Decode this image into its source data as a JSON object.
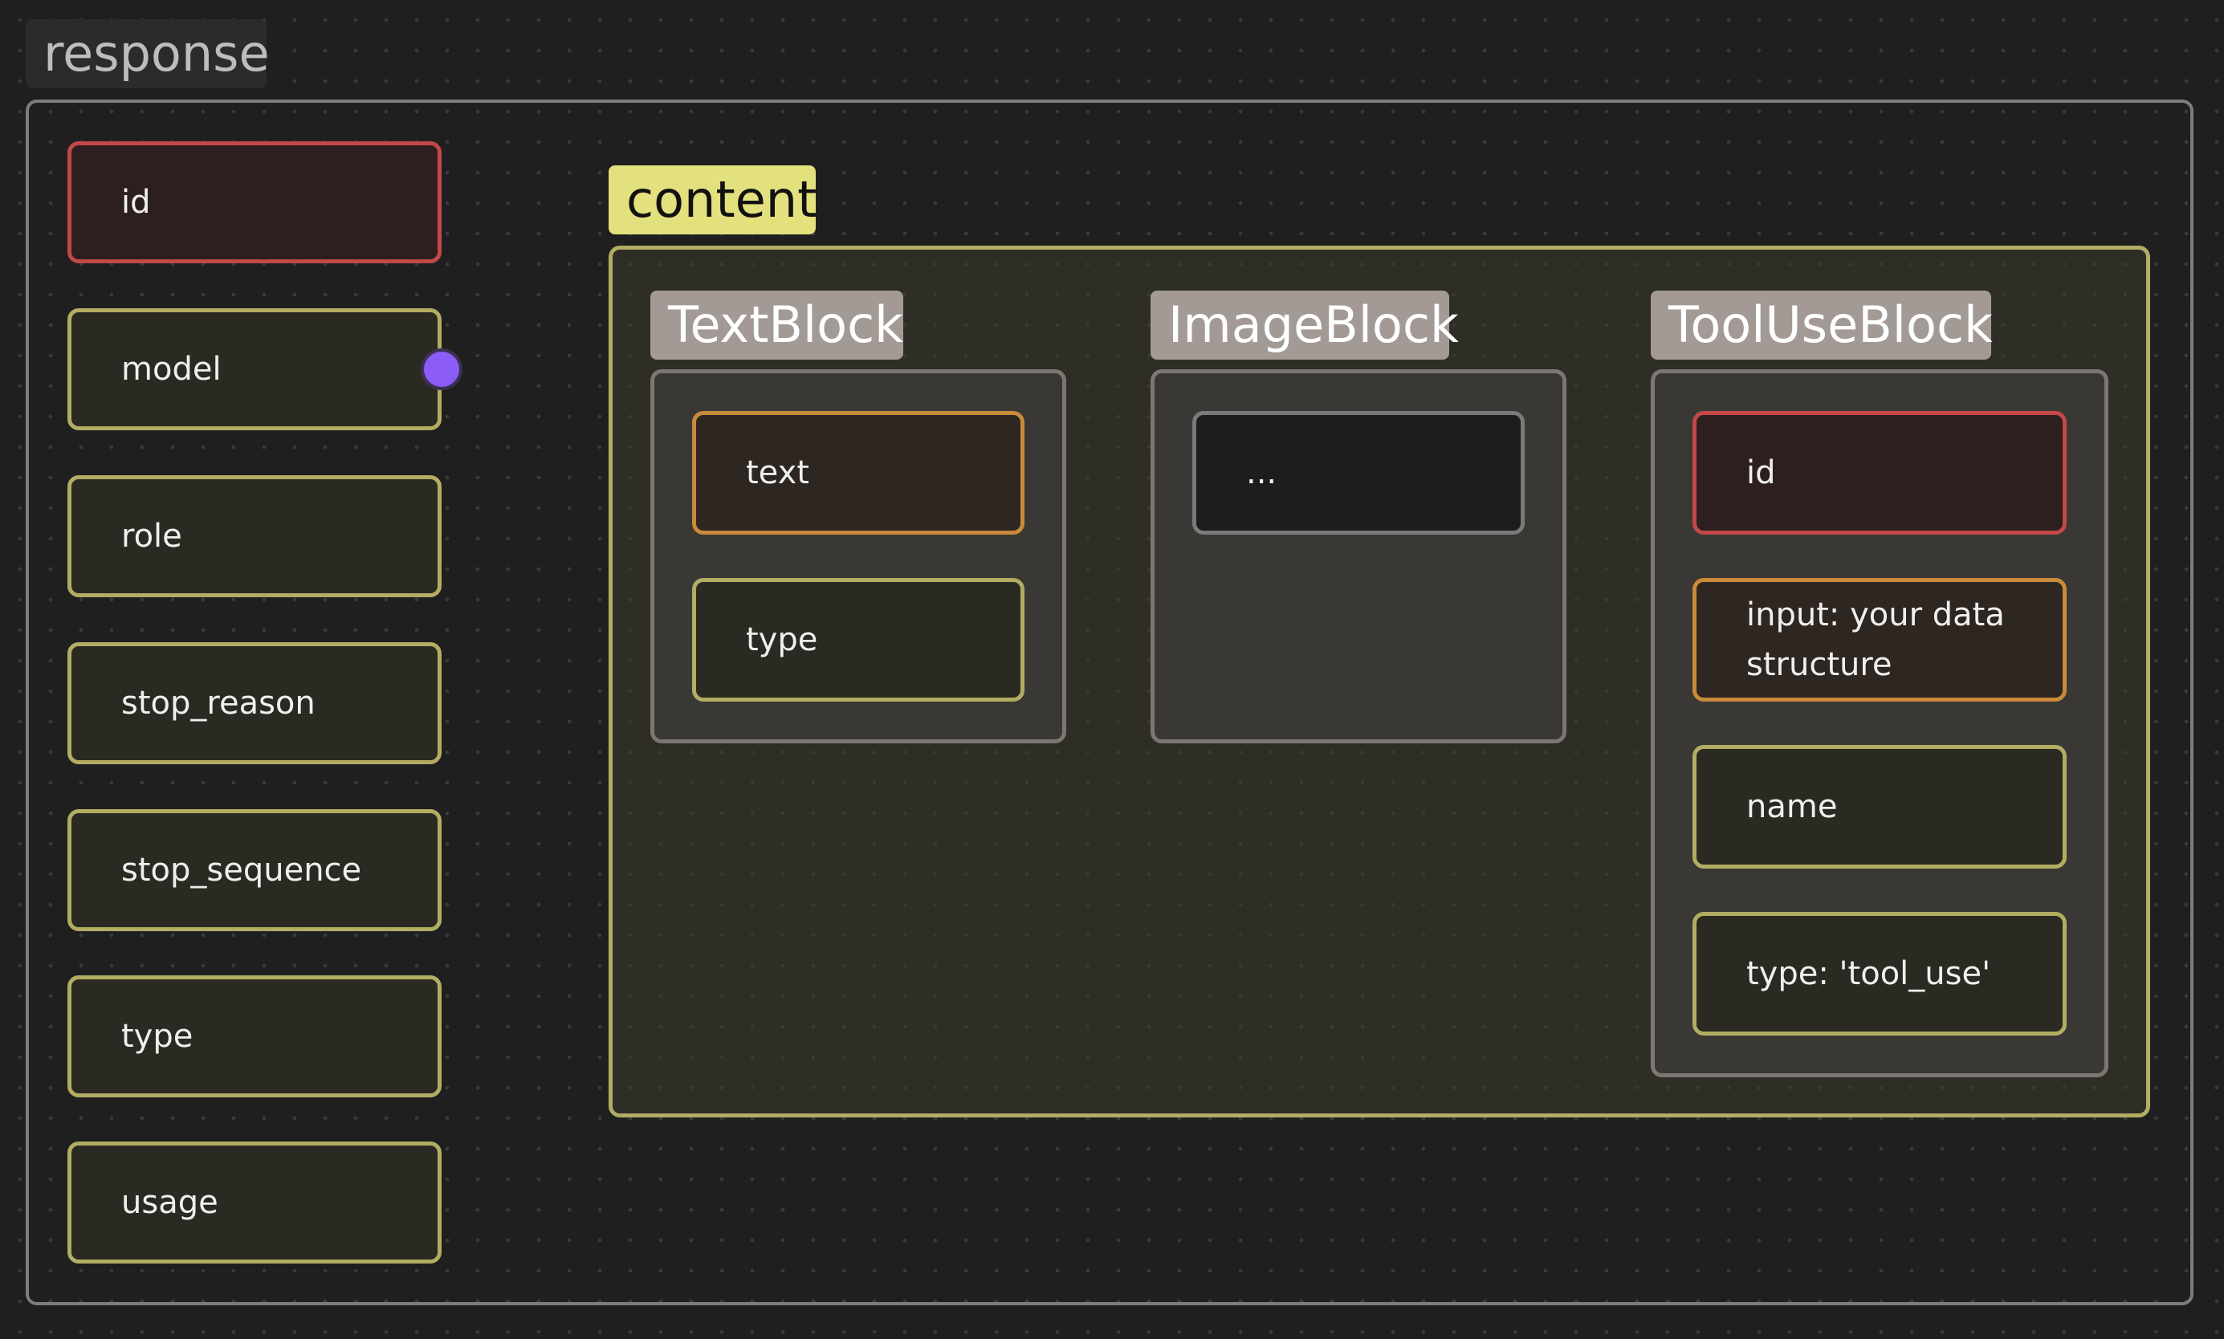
{
  "response": {
    "label": "response",
    "fields": [
      {
        "label": "id",
        "kind": "red"
      },
      {
        "label": "model",
        "kind": "olive"
      },
      {
        "label": "role",
        "kind": "olive"
      },
      {
        "label": "stop_reason",
        "kind": "olive"
      },
      {
        "label": "stop_sequence",
        "kind": "olive"
      },
      {
        "label": "type",
        "kind": "olive"
      },
      {
        "label": "usage",
        "kind": "olive"
      }
    ]
  },
  "content": {
    "label": "content",
    "text_block": {
      "label": "TextBlock",
      "fields": [
        {
          "label": "text",
          "kind": "orange"
        },
        {
          "label": "type",
          "kind": "olive"
        }
      ]
    },
    "image_block": {
      "label": "ImageBlock",
      "fields": [
        {
          "label": "...",
          "kind": "gray"
        }
      ]
    },
    "tool_use_block": {
      "label": "ToolUseBlock",
      "fields": [
        {
          "label": "id",
          "kind": "red"
        },
        {
          "label": "input: your data structure",
          "kind": "orange"
        },
        {
          "label": "name",
          "kind": "olive"
        },
        {
          "label": "type: 'tool_use'",
          "kind": "olive"
        }
      ]
    }
  },
  "colors": {
    "background": "#1f1f1f",
    "content_accent": "#e3e07e",
    "block_label": "#a39a96",
    "node_red": "#c44848",
    "node_orange": "#c98a3a",
    "node_olive": "#b2ad62",
    "handle": "#8b5cf6"
  }
}
